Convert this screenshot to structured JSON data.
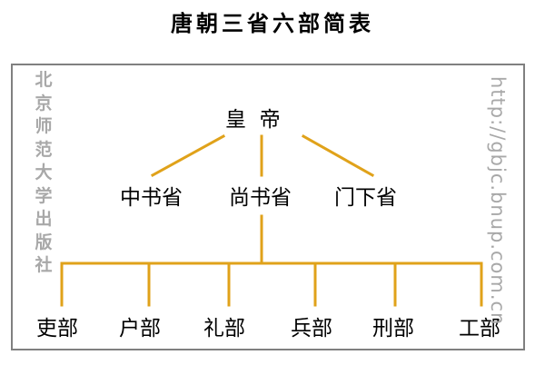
{
  "title": "唐朝三省六部简表",
  "emperor": "皇  帝",
  "departments": [
    "中书省",
    "尚书省",
    "门下省"
  ],
  "ministries": [
    "吏部",
    "户部",
    "礼部",
    "兵部",
    "刑部",
    "工部"
  ],
  "watermark_left": "北京师范大学出版社",
  "watermark_right": "http://gbjc.bnup.com.cn",
  "colors": {
    "line": "#e0a21a",
    "frame": "#808080",
    "watermark": "#a8a8a8"
  }
}
